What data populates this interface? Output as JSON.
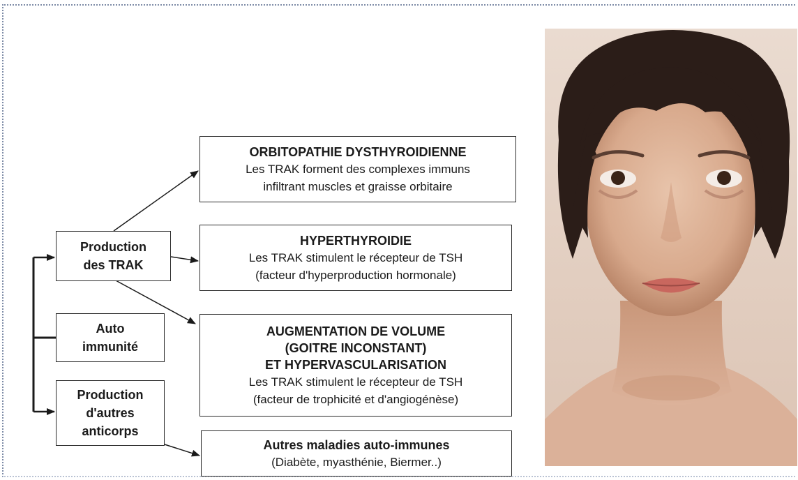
{
  "left_boxes": {
    "production_trak": "Production\ndes TRAK",
    "auto_immunite": "Auto\nimmunité",
    "production_autres": "Production\nd'autres\nanticorps"
  },
  "effects": [
    {
      "title": "ORBITOPATHIE DYSTHYROIDIENNE",
      "body": "Les TRAK forment des complexes immuns\ninfiltrant muscles et graisse orbitaire"
    },
    {
      "title": "HYPERTHYROIDIE",
      "body": "Les TRAK stimulent le récepteur de TSH\n(facteur d'hyperproduction hormonale)"
    },
    {
      "title": "AUGMENTATION DE VOLUME\n(GOITRE INCONSTANT)\nET HYPERVASCULARISATION",
      "body": "Les TRAK stimulent le récepteur de TSH\n(facteur de trophicité et d'angiogénèse)"
    },
    {
      "title": "Autres maladies auto-immunes",
      "body": "(Diabète, myasthénie, Biermer..)"
    }
  ],
  "colors": {
    "border": "#2a2a2a",
    "frame": "#7c8aa6",
    "skin": "#d9b59e",
    "hair": "#2b1d18"
  }
}
